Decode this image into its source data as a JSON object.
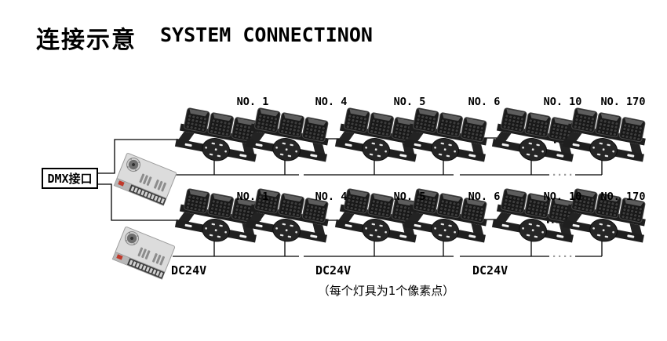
{
  "title": {
    "zh": "连接示意",
    "en": "SYSTEM CONNECTINON"
  },
  "dmx": {
    "label": "DMX接口"
  },
  "rows": [
    {
      "labels": [
        "NO. 1",
        "NO. 4",
        "NO. 5",
        "NO. 6",
        "NO. 10",
        "NO. 170"
      ]
    },
    {
      "labels": [
        "NO. 1",
        "NO. 4",
        "NO. 5",
        "NO. 6",
        "NO. 10",
        "NO. 170"
      ]
    }
  ],
  "power_labels": [
    "DC24V",
    "DC24V",
    "DC24V"
  ],
  "caption": "（每个灯具为1个像素点）",
  "colors": {
    "background": "#ffffff",
    "line": "#000000",
    "fixture_body": "#1f1f1f",
    "psu_body": "#d9d9d9"
  }
}
